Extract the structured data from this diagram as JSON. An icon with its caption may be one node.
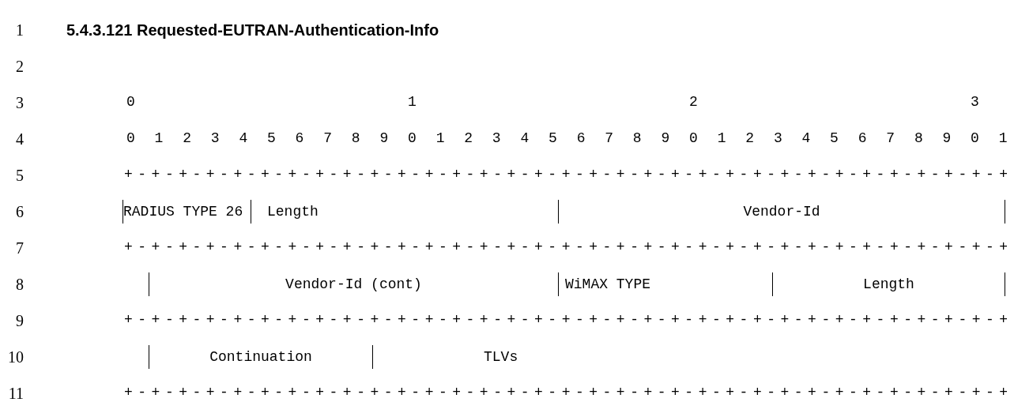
{
  "diagram": {
    "title": "5.4.3.121 Requested-EUTRAN-Authentication-Info",
    "nodes": [
      {
        "text": [
          "RADIUS TYPE 26"
        ]
      },
      {
        "text": [
          "Length"
        ]
      },
      {
        "text": [
          "Vendor-Id"
        ]
      },
      {
        "text": [
          "Vendor-Id (cont)"
        ]
      },
      {
        "text": [
          "WiMAX TYPE"
        ]
      },
      {
        "text": [
          "Length"
        ]
      },
      {
        "text": [
          "Continuation"
        ]
      },
      {
        "text": [
          "TLVs"
        ]
      }
    ],
    "labels": [
      "1",
      "2",
      "3",
      "0                   1                   2                   3",
      "4",
      "0 1 2 3 4 5 6 7 8 9 0 1 2 3 4 5 6 7 8 9 0 1 2 3 4 5 6 7 8 9 0 1",
      "5",
      "+-+-+-+-+-+-+-+-+-+-+-+-+-+-+-+-+-+-+-+-+-+-+-+-+-+-+-+-+-+-+-+-+",
      "6",
      "7",
      "+-+-+-+-+-+-+-+-+-+-+-+-+-+-+-+-+-+-+-+-+-+-+-+-+-+-+-+-+-+-+-+-+",
      "8",
      "9",
      "+-+-+-+-+-+-+-+-+-+-+-+-+-+-+-+-+-+-+-+-+-+-+-+-+-+-+-+-+-+-+-+-+",
      "10",
      "11",
      "+-+-+-+-+-+-+-+-+-+-+-+-+-+-+-+-+-+-+-+-+-+-+-+-+-+-+-+-+-+-+-+-+"
    ]
  }
}
